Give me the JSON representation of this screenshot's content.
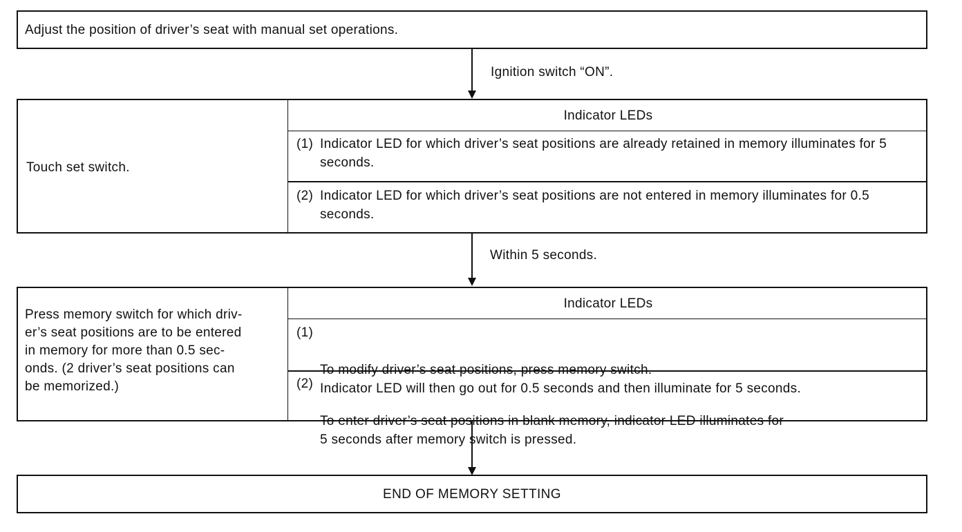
{
  "step1": {
    "text": "Adjust the position of driver’s seat with manual set operations."
  },
  "arrow1": {
    "label": "Ignition switch “ON”."
  },
  "step2": {
    "left": "Touch set switch.",
    "header": "Indicator LEDs",
    "items": [
      {
        "num": "(1)",
        "text": "Indicator LED for which driver’s seat positions are already retained in memory illuminates for 5 seconds."
      },
      {
        "num": "(2)",
        "text": "Indicator LED for which driver’s seat positions are not entered in memory illuminates for 0.5 seconds."
      }
    ]
  },
  "arrow2": {
    "label": "Within 5 seconds."
  },
  "step3": {
    "left": "Press memory switch for which driv-\ner’s seat positions are to be entered\nin memory for more than 0.5 sec-\nonds. (2 driver’s seat positions can\nbe memorized.)",
    "header": "Indicator LEDs",
    "items": [
      {
        "num": "(1)",
        "text": "To modify driver’s seat positions, press memory switch.\nIndicator LED will then go out for 0.5 seconds and then illuminate for 5 seconds."
      },
      {
        "num": "(2)",
        "text": "To enter driver’s seat positions in blank memory, indicator LED illuminates for\n5 seconds after memory switch is pressed."
      }
    ]
  },
  "step4": {
    "text": "END OF MEMORY SETTING"
  }
}
